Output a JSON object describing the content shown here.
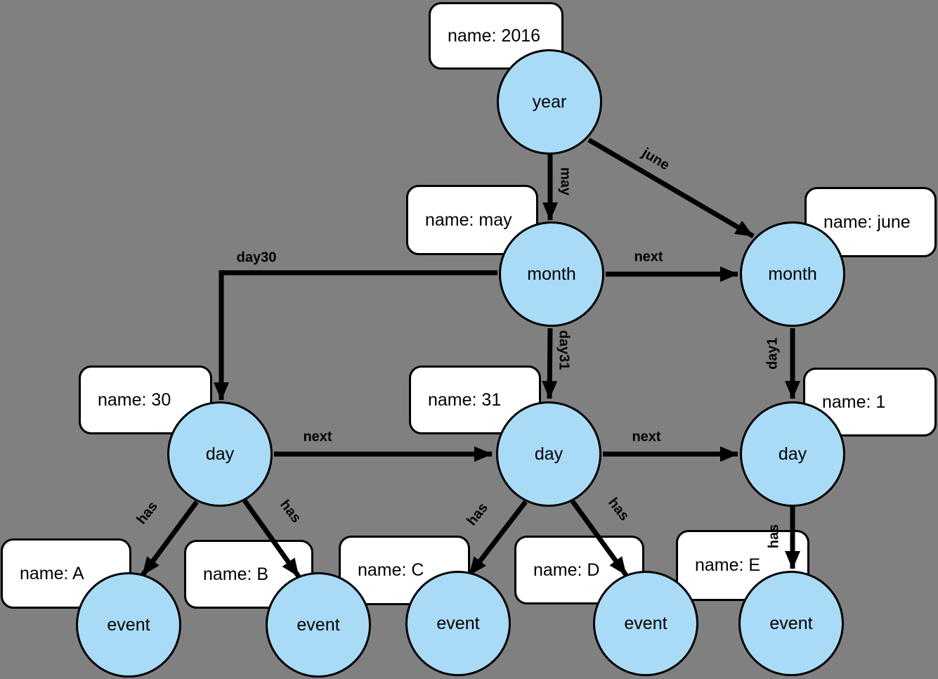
{
  "diagram": {
    "background_color": "#808080",
    "node_fill_color": "#A9DBF7",
    "node_border_color": "#000000",
    "property_box_fill_color": "#FFFFFF",
    "edge_color": "#000000"
  },
  "nodes": [
    {
      "id": "year",
      "label": "year"
    },
    {
      "id": "month-may",
      "label": "month"
    },
    {
      "id": "month-june",
      "label": "month"
    },
    {
      "id": "day-30",
      "label": "day"
    },
    {
      "id": "day-31",
      "label": "day"
    },
    {
      "id": "day-1",
      "label": "day"
    },
    {
      "id": "event-a",
      "label": "event"
    },
    {
      "id": "event-b",
      "label": "event"
    },
    {
      "id": "event-c",
      "label": "event"
    },
    {
      "id": "event-d",
      "label": "event"
    },
    {
      "id": "event-e",
      "label": "event"
    }
  ],
  "property_boxes": [
    {
      "for": "year",
      "text": "name: 2016"
    },
    {
      "for": "month-may",
      "text": "name: may"
    },
    {
      "for": "month-june",
      "text": "name: june"
    },
    {
      "for": "day-30",
      "text": "name: 30"
    },
    {
      "for": "day-31",
      "text": "name: 31"
    },
    {
      "for": "day-1",
      "text": "name: 1"
    },
    {
      "for": "event-a",
      "text": "name: A"
    },
    {
      "for": "event-b",
      "text": "name: B"
    },
    {
      "for": "event-c",
      "text": "name: C"
    },
    {
      "for": "event-d",
      "text": "name: D"
    },
    {
      "for": "event-e",
      "text": "name: E"
    }
  ],
  "edges": [
    {
      "from": "year",
      "to": "month-may",
      "label": "may"
    },
    {
      "from": "year",
      "to": "month-june",
      "label": "june"
    },
    {
      "from": "month-may",
      "to": "month-june",
      "label": "next"
    },
    {
      "from": "month-may",
      "to": "day-30",
      "label": "day30"
    },
    {
      "from": "month-may",
      "to": "day-31",
      "label": "day31"
    },
    {
      "from": "month-june",
      "to": "day-1",
      "label": "day1"
    },
    {
      "from": "day-30",
      "to": "day-31",
      "label": "next"
    },
    {
      "from": "day-31",
      "to": "day-1",
      "label": "next"
    },
    {
      "from": "day-30",
      "to": "event-a",
      "label": "has"
    },
    {
      "from": "day-30",
      "to": "event-b",
      "label": "has"
    },
    {
      "from": "day-31",
      "to": "event-c",
      "label": "has"
    },
    {
      "from": "day-31",
      "to": "event-d",
      "label": "has"
    },
    {
      "from": "day-1",
      "to": "event-e",
      "label": "has"
    }
  ]
}
